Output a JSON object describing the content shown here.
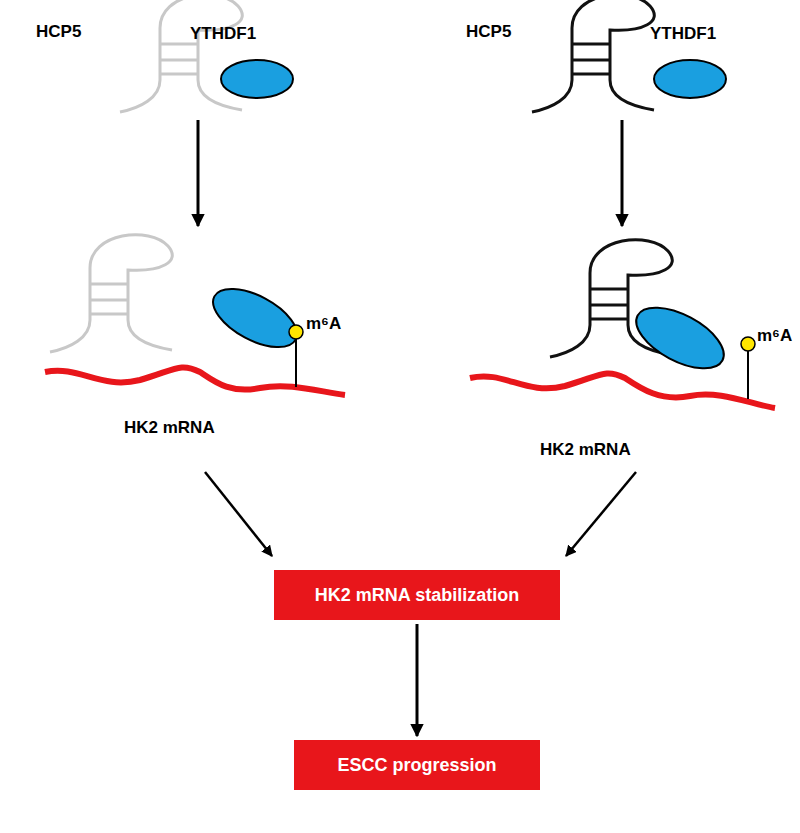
{
  "diagram": {
    "nodes": [
      {
        "text": [
          "HK2 mRNA stabilization"
        ]
      },
      {
        "text": [
          "ESCC progression"
        ]
      }
    ],
    "edges": [
      {
        "from": 0,
        "to": 1,
        "arrow": "to"
      }
    ],
    "labels": [
      "HCP5",
      "YTHDF1",
      "HCP5",
      "YTHDF1",
      "m⁶A",
      "HK2 mRNA",
      "m⁶A",
      "HK2 mRNA"
    ]
  }
}
